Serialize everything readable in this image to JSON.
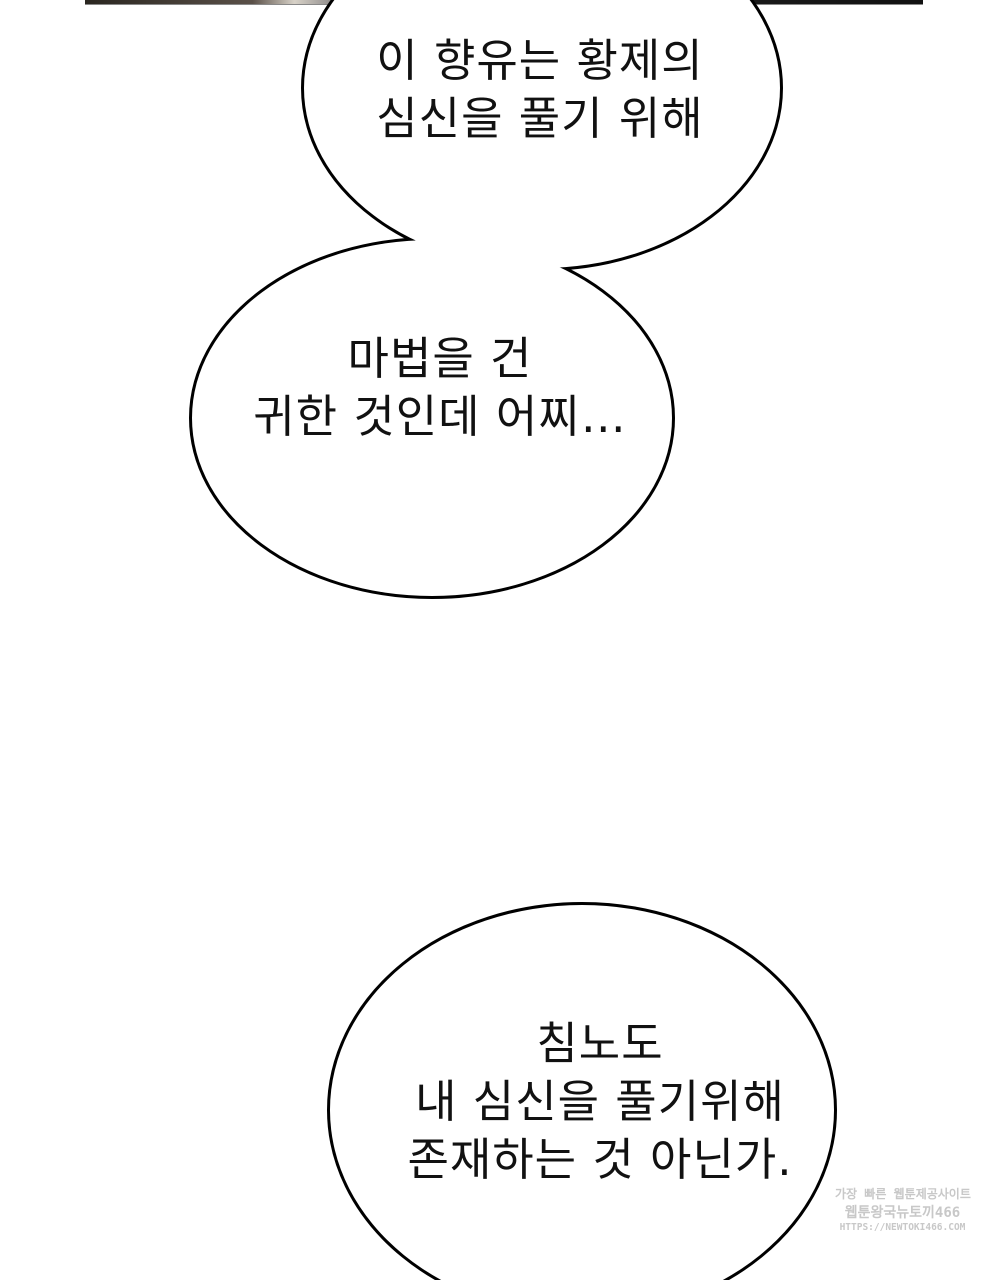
{
  "bubbles": [
    {
      "lines": [
        "이 향유는 황제의",
        "심신을 풀기 위해"
      ]
    },
    {
      "lines": [
        "마법을 건",
        "귀한 것인데 어찌…"
      ]
    },
    {
      "lines": [
        "침노도",
        "내 심신을 풀기위해",
        "존재하는 것 아닌가."
      ]
    }
  ],
  "watermark": {
    "line1": "가장 빠른 웹툰제공사이트",
    "line2": "웹툰왕국뉴토끼466",
    "line3": "HTTPS://NEWTOKI466.COM"
  }
}
